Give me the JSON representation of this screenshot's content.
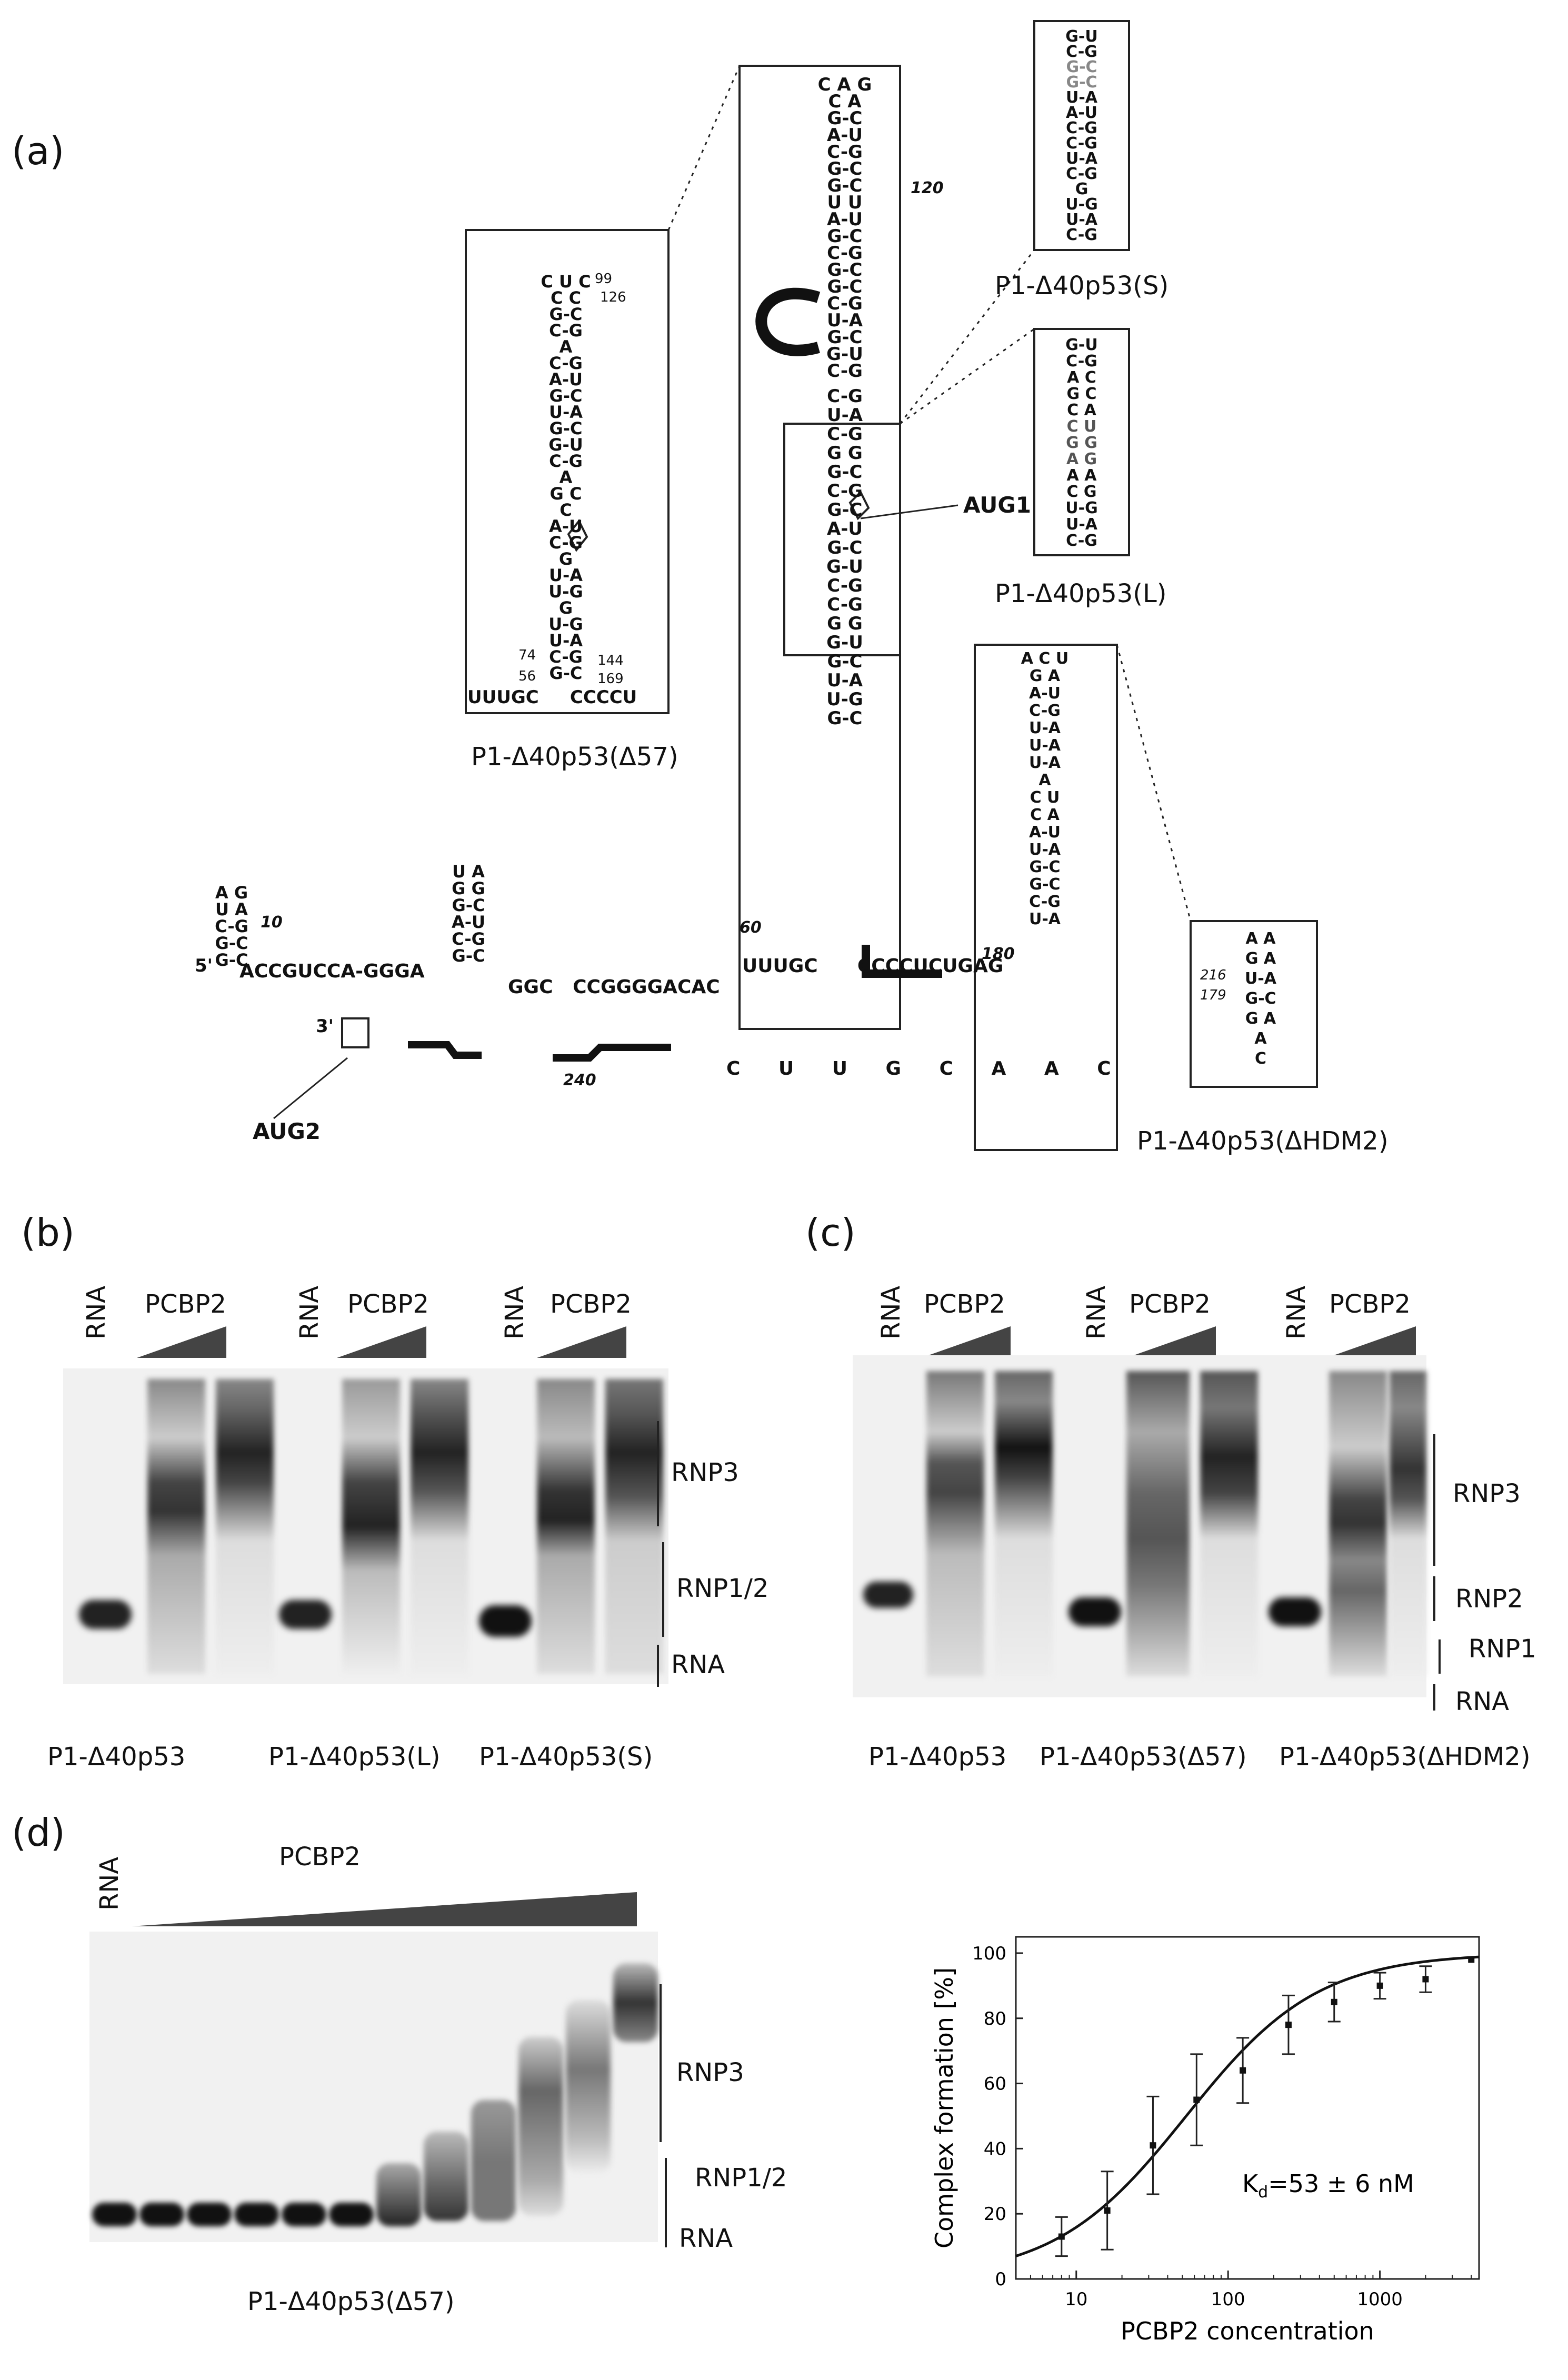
{
  "panels": {
    "a": "(a)",
    "b": "(b)",
    "c": "(c)",
    "d": "(d)"
  },
  "structures": {
    "main": {
      "five_prime": "5'",
      "three_prime": "3'",
      "aug1": "AUG1",
      "aug2": "AUG2",
      "pos_10": "10",
      "pos_60": "60",
      "pos_120": "120",
      "pos_180": "180",
      "pos_240": "240",
      "top_stem": [
        "C A G",
        "C     A",
        "G-C",
        "A-U",
        "C-G",
        "G-C",
        "G-C",
        "U     U",
        "A-U",
        "G-C",
        "C-G",
        "G-C",
        "G-C",
        "C-G",
        "U-A",
        "G-C",
        "G-U",
        "C-G"
      ],
      "lower_stem": [
        "C-G",
        "U-A",
        "C-G",
        "G   G",
        "G-C",
        "C-G",
        "G-C",
        "A-U",
        "G-C",
        "G-U",
        "C-G",
        "C-G",
        "G   G",
        "G-U",
        "G-C",
        "U-A",
        "U-G",
        "G-C"
      ],
      "bottom_line": "UUUGC      CCCCUCUGAG",
      "left_line": "ACCGUCCA-GGGA",
      "left_hairpin": [
        "A G",
        "U   A",
        "C-G",
        "G-C",
        "G-C"
      ],
      "mid_line": "GGC   CCGGGGACAC",
      "loop_seq": "C U U G C A A C",
      "hairpin2": [
        "U A",
        "G   G",
        "G-C",
        "A-U",
        "C-G",
        "G-C"
      ]
    },
    "delta57": {
      "label": "P1-Δ40p53(Δ57)",
      "lines": [
        "C   U  C",
        "C     C",
        "G-C",
        "C-G",
        "A",
        "C-G",
        "A-U",
        "G-C",
        "U-A",
        "G-C",
        "G-U",
        "C-G",
        "A",
        "G   C",
        "C",
        "A-U",
        "C-G",
        "G",
        "U-A",
        "U-G",
        "G",
        "U-G",
        "U-A",
        "C-G",
        "G-C"
      ],
      "bottom": "UUUGC     CCCCU",
      "n99": "99",
      "n126": "126",
      "n74": "74",
      "n56": "56",
      "n144": "144",
      "n169": "169"
    },
    "s": {
      "label": "P1-Δ40p53(S)",
      "lines": [
        "G-U",
        "C-G",
        "G-C",
        "G-C",
        "U-A",
        "A-U",
        "C-G",
        "C-G",
        "U-A",
        "C-G",
        "G",
        "U-G",
        "U-A",
        "C-G"
      ]
    },
    "l": {
      "label": "P1-Δ40p53(L)",
      "lines": [
        "G-U",
        "C-G",
        "A     C",
        "G     C",
        "C       A",
        "C       U",
        "G       G",
        "A       G",
        "A     A",
        "C     G",
        "U-G",
        "U-A",
        "C-G"
      ]
    },
    "hdm2_box": {
      "lines": [
        "A C U",
        "G       A",
        "A-U",
        "C-G",
        "U-A",
        "U-A",
        "U-A",
        "A",
        "C       U",
        "C     A",
        "A-U",
        "U-A",
        "G-C",
        "G-C",
        "C-G",
        "U-A"
      ]
    },
    "hdm2": {
      "label": "P1-Δ40p53(ΔHDM2)",
      "lines": [
        "A A",
        "G     A",
        "U-A",
        "G-C",
        "G A",
        "A",
        "C"
      ],
      "n216": "216",
      "n179": "179"
    }
  },
  "gel_b": {
    "lane_labels": [
      "RNA",
      "RNA",
      "RNA"
    ],
    "protein": "PCBP2",
    "bands": [
      "RNP3",
      "RNP1/2",
      "RNA"
    ],
    "samples": [
      "P1-Δ40p53",
      "P1-Δ40p53(L)",
      "P1-Δ40p53(S)"
    ]
  },
  "gel_c": {
    "lane_labels": [
      "RNA",
      "RNA",
      "RNA"
    ],
    "protein": "PCBP2",
    "bands": [
      "RNP3",
      "RNP2",
      "RNP1",
      "RNA"
    ],
    "samples": [
      "P1-Δ40p53",
      "P1-Δ40p53(Δ57)",
      "P1-Δ40p53(ΔHDM2)"
    ]
  },
  "gel_d": {
    "lane_label": "RNA",
    "protein": "PCBP2",
    "bands": [
      "RNP3",
      "RNP1/2",
      "RNA"
    ],
    "sample": "P1-Δ40p53(Δ57)"
  },
  "chart_data": {
    "type": "scatter",
    "title": "",
    "xlabel": "PCBP2 concentration",
    "ylabel": "Complex formation [%]",
    "xscale": "log",
    "xlim": [
      4,
      4500
    ],
    "ylim": [
      0,
      105
    ],
    "xticks": [
      10,
      100,
      1000
    ],
    "yticks": [
      0,
      20,
      40,
      60,
      80,
      100
    ],
    "x": [
      8,
      16,
      32,
      62,
      125,
      250,
      500,
      1000,
      2000,
      4000
    ],
    "y": [
      13,
      21,
      41,
      55,
      64,
      78,
      85,
      90,
      92,
      98
    ],
    "yerr": [
      6,
      12,
      15,
      14,
      10,
      9,
      6,
      4,
      4,
      0
    ],
    "fit": {
      "model": "Kd binding curve",
      "kd": 53
    },
    "annotation": "Kd = 53 ± 6 nM",
    "annotation_main": "K",
    "annotation_sub": "d",
    "annotation_rest": "=53 ± 6 nM"
  }
}
